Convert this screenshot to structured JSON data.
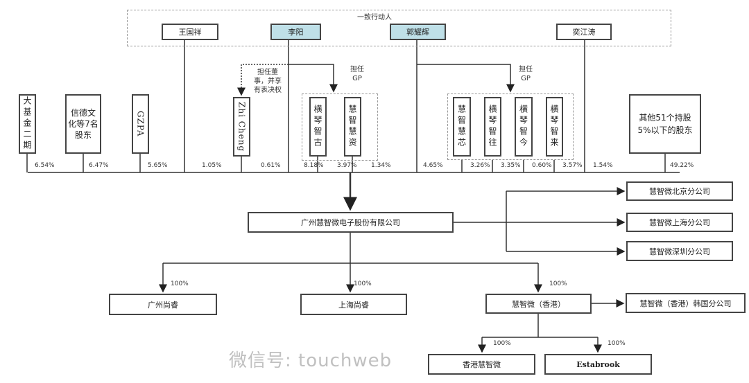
{
  "concert_group": {
    "label": "一致行动人",
    "members": [
      "王国祥",
      "李阳",
      "郭耀辉",
      "奕江涛"
    ]
  },
  "annotations": {
    "director_note": "担任董事，并享有表决权",
    "gp_note_1": "担任GP",
    "gp_note_2": "担任GP"
  },
  "shareholders": [
    {
      "name": "大基金二期",
      "pct": "6.54%"
    },
    {
      "name": "信德文化等7名股东",
      "pct": "6.47%"
    },
    {
      "name": "GZPA",
      "pct": "5.65%"
    },
    {
      "name": "王国祥",
      "pct": "1.05%"
    },
    {
      "name": "Zhi Cheng",
      "pct": "0.61%"
    },
    {
      "name": "李阳",
      "pct": "8.18%"
    },
    {
      "name": "横琴智古",
      "pct": "3.97%"
    },
    {
      "name": "慧智慧资",
      "pct": "1.34%"
    },
    {
      "name": "郭耀辉",
      "pct": "4.65%"
    },
    {
      "name": "慧智慧芯",
      "pct": "3.26%"
    },
    {
      "name": "横琴智往",
      "pct": "3.35%"
    },
    {
      "name": "横琴智今",
      "pct": "0.60%"
    },
    {
      "name": "横琴智来",
      "pct": "3.57%"
    },
    {
      "name": "奕江涛",
      "pct": "1.54%"
    },
    {
      "name": "其他51个持股5%以下的股东",
      "pct": "49.22%"
    }
  ],
  "company": "广州慧智微电子股份有限公司",
  "branches": [
    "慧智微北京分公司",
    "慧智微上海分公司",
    "慧智微深圳分公司"
  ],
  "subsidiaries": [
    {
      "name": "广州尚睿",
      "pct": "100%"
    },
    {
      "name": "上海尚睿",
      "pct": "100%"
    },
    {
      "name": "慧智微（香港）",
      "pct": "100%"
    }
  ],
  "hk_branch": "慧智微（香港）韩国分公司",
  "hk_subsidiaries": [
    {
      "name": "香港慧智微",
      "pct": "100%"
    },
    {
      "name": "Estabrook",
      "pct": "100%"
    }
  ],
  "watermark": "微信号: touchweb"
}
